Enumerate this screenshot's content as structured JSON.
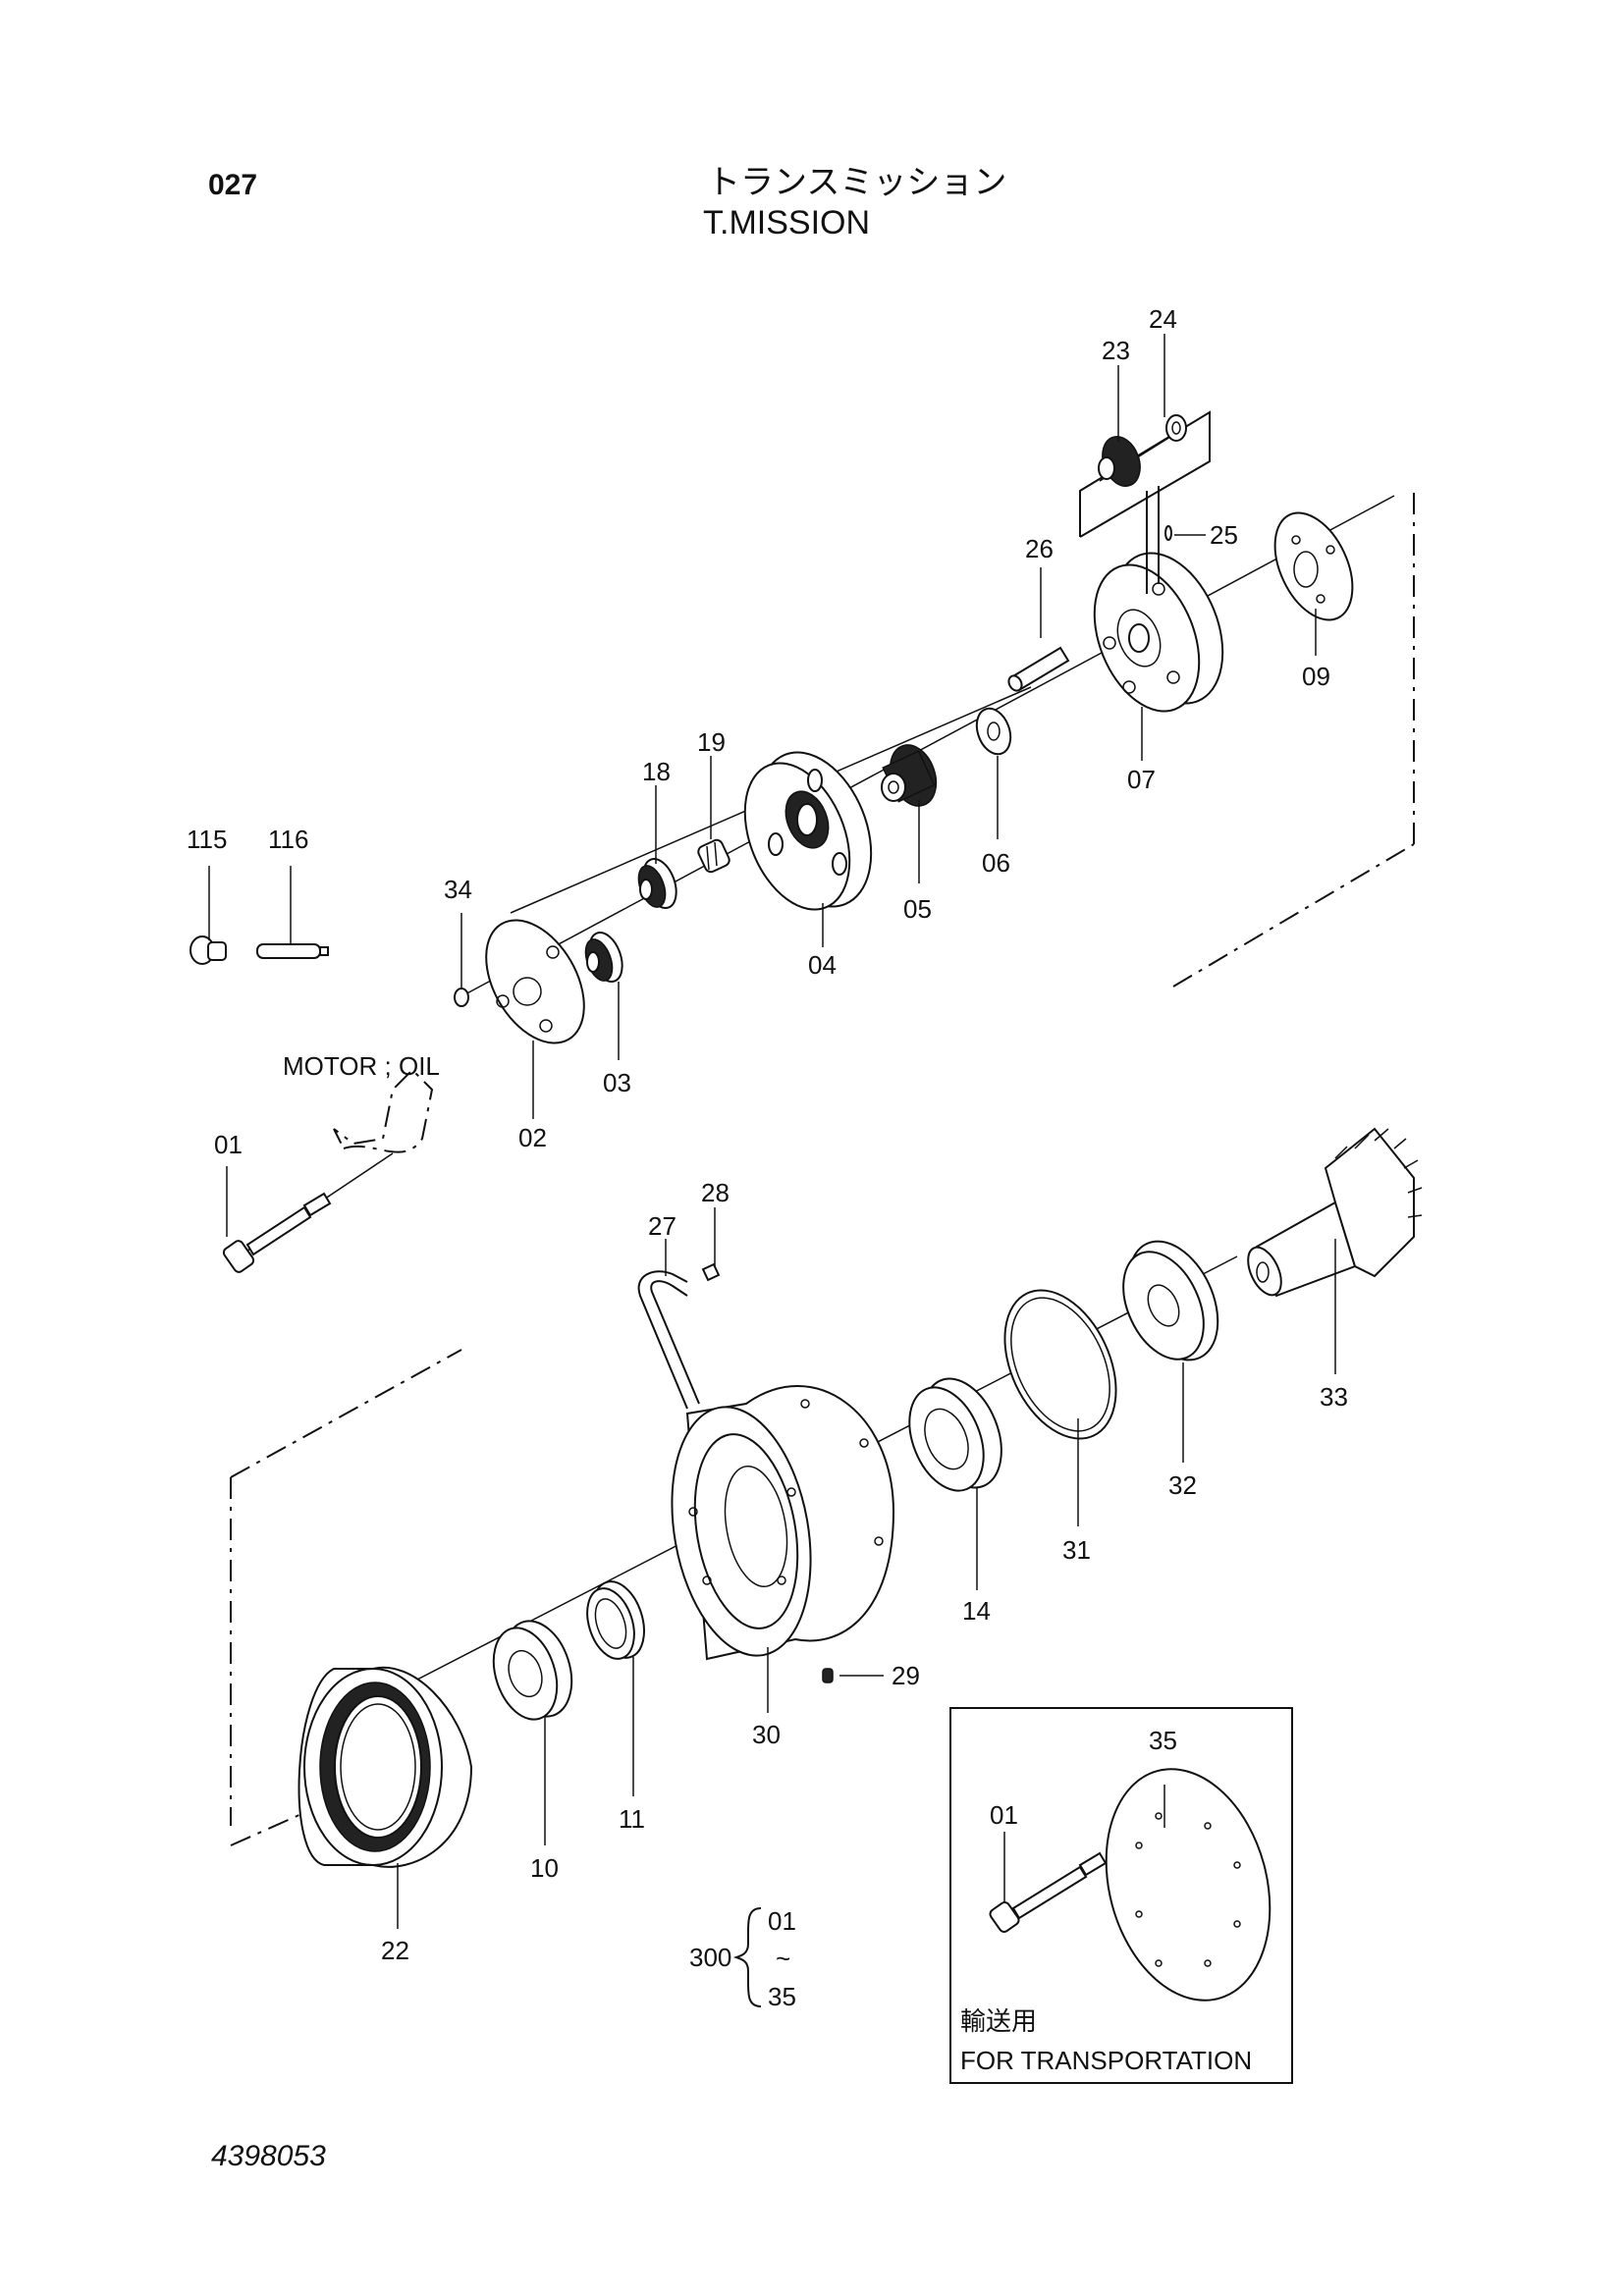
{
  "header": {
    "page_number": "027",
    "title_japanese": "トランスミッション",
    "title_english": "T.MISSION"
  },
  "footer": {
    "document_number": "4398053"
  },
  "notes": {
    "motor_oil": "MOTOR ; OIL",
    "assembly_number": "300",
    "assembly_range_start": "01",
    "assembly_range_tilde": "~",
    "assembly_range_end": "35",
    "transport_japanese": "輸送用",
    "transport_english": "FOR TRANSPORTATION"
  },
  "part_labels": {
    "p01": "01",
    "p02": "02",
    "p03": "03",
    "p04": "04",
    "p05": "05",
    "p06": "06",
    "p07": "07",
    "p09": "09",
    "p10": "10",
    "p11": "11",
    "p14": "14",
    "p18": "18",
    "p19": "19",
    "p22": "22",
    "p23": "23",
    "p24": "24",
    "p25": "25",
    "p26": "26",
    "p27": "27",
    "p28": "28",
    "p29": "29",
    "p30": "30",
    "p31": "31",
    "p32": "32",
    "p33": "33",
    "p34": "34",
    "p35": "35",
    "p115": "115",
    "p116": "116",
    "p01_inset": "01"
  }
}
